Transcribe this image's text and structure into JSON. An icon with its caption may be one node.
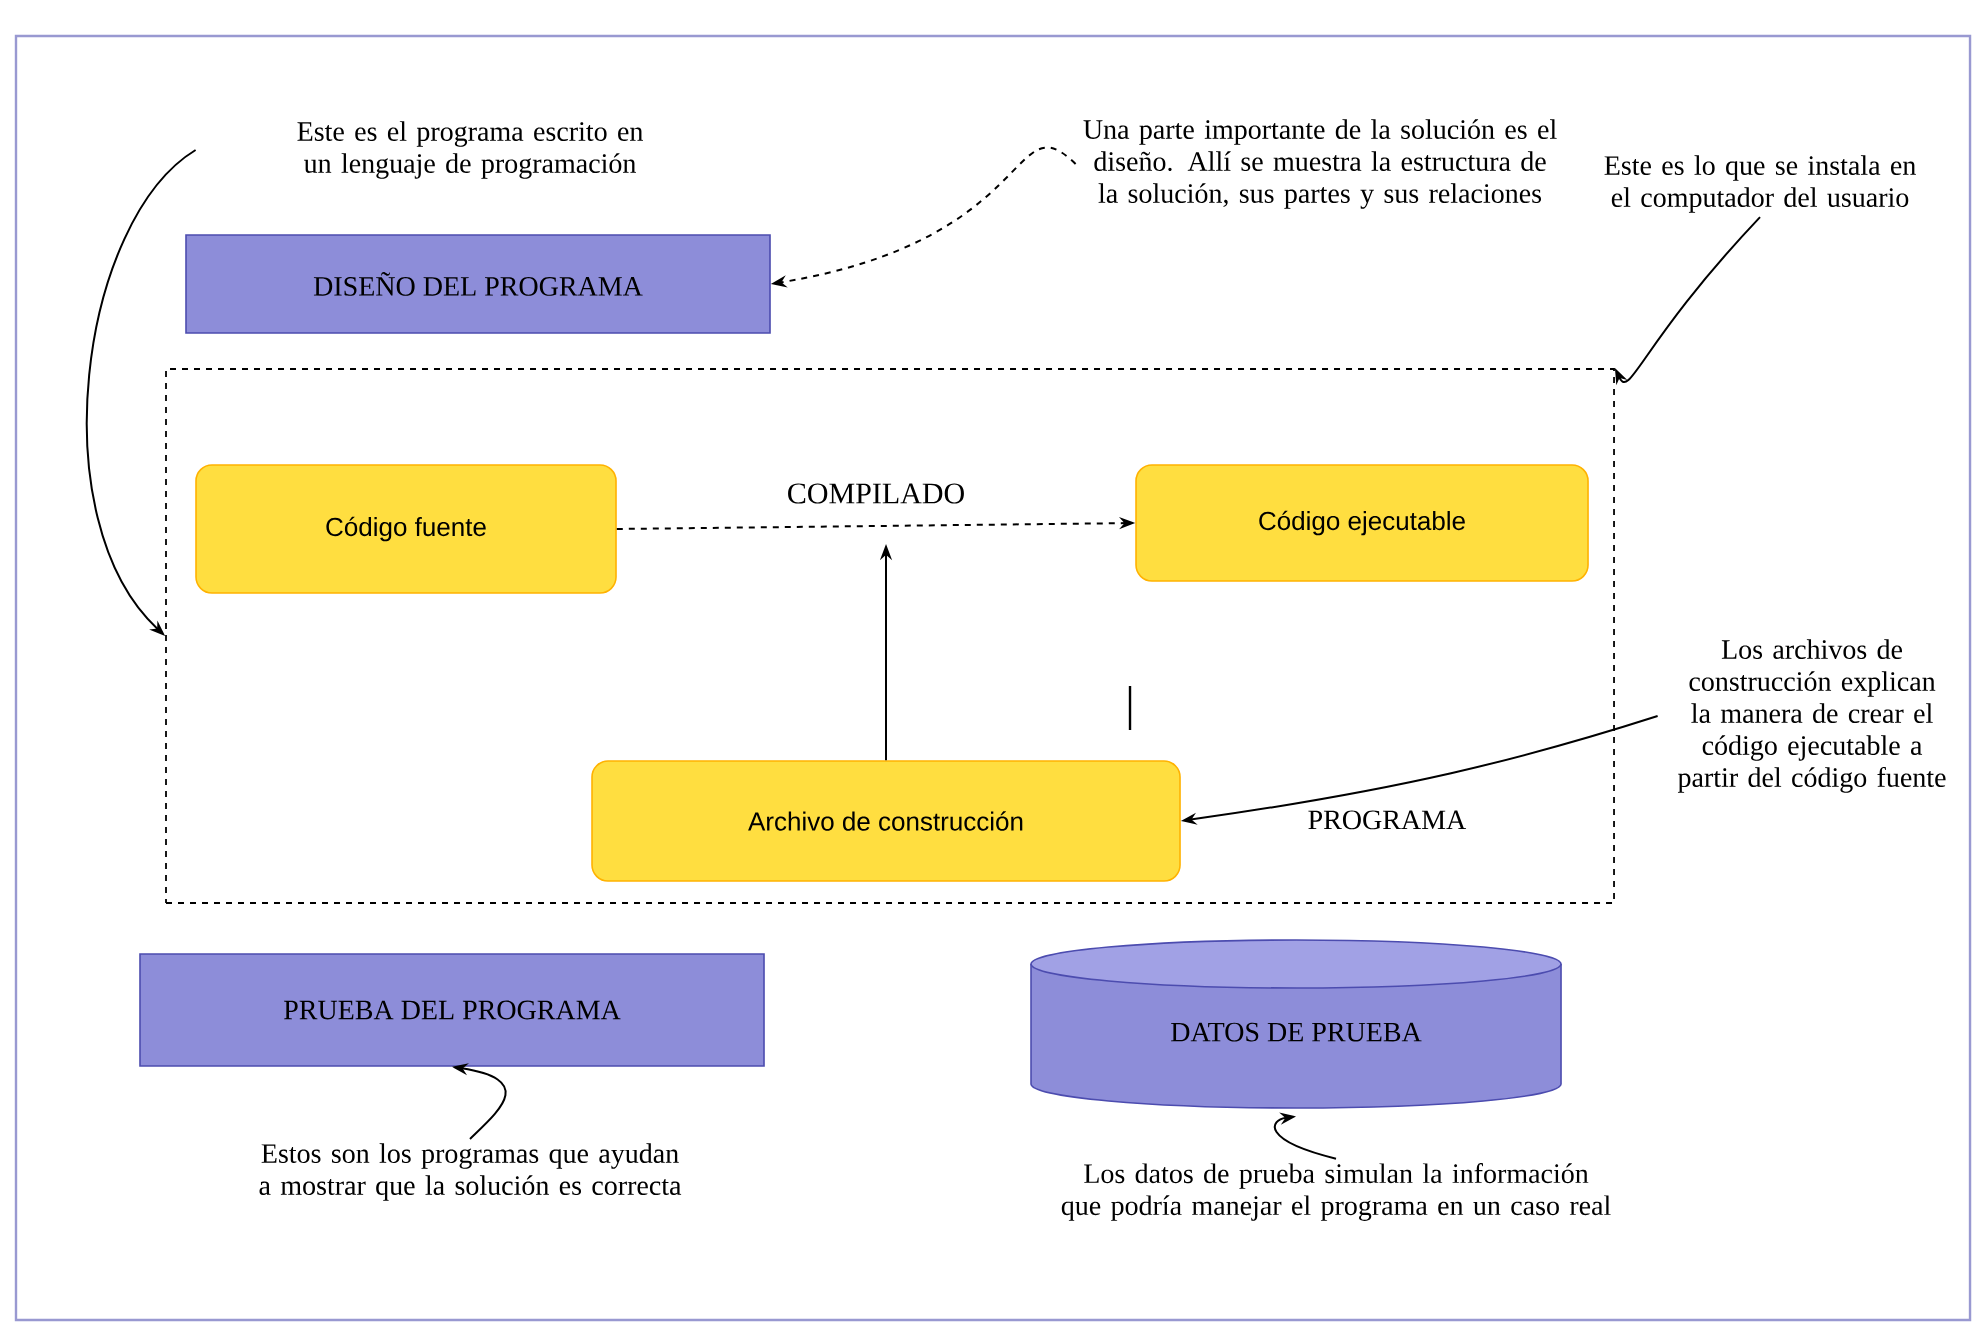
{
  "diagram": {
    "nodes": [
      {
        "text": [
          "Este es el programa escrito en un lenguaje de programación"
        ]
      },
      {
        "text": [
          "Una parte importante de la solución es el diseño. Allí se muestra la estructura de la solución, sus partes y sus relaciones"
        ]
      },
      {
        "text": [
          "DISEÑO DEL PROGRAMA"
        ]
      },
      {
        "text": [
          "Este es lo que se instala en el computador del usuario"
        ]
      },
      {
        "text": [
          "PROGRAMA"
        ]
      },
      {
        "text": [
          "Código fuente"
        ],
        "in": 4
      },
      {
        "text": [
          "Código ejecutable"
        ],
        "in": 4
      },
      {
        "text": [
          "Archivo de construcción"
        ],
        "in": 4
      },
      {
        "text": [
          "Los archivos de construcción explican la manera de crear el código ejecutable a partir del código fuente"
        ]
      },
      {
        "text": [
          "PRUEBA DEL PROGRAMA"
        ]
      },
      {
        "text": [
          "DATOS DE PRUEBA"
        ]
      },
      {
        "text": [
          "Estos son los programas que ayudan a mostrar que la solución es correcta"
        ]
      },
      {
        "text": [
          "Los datos de prueba simulan la información que podría manejar el programa en un caso real"
        ]
      }
    ],
    "edges": [
      {
        "from": 0,
        "to": 4,
        "arrow": "to"
      },
      {
        "from": 1,
        "to": 2,
        "arrow": "to",
        "style": "dashed"
      },
      {
        "from": 3,
        "to": 4,
        "arrow": "to"
      },
      {
        "from": 8,
        "to": 7,
        "arrow": "to"
      },
      {
        "from": 7,
        "to": null,
        "arrow": "to"
      },
      {
        "from": 5,
        "to": 6,
        "arrow": "to",
        "style": "dashed",
        "label": "COMPILADO"
      },
      {
        "from": 11,
        "to": 9,
        "arrow": "to"
      },
      {
        "from": 12,
        "to": 10,
        "arrow": "to"
      }
    ]
  }
}
